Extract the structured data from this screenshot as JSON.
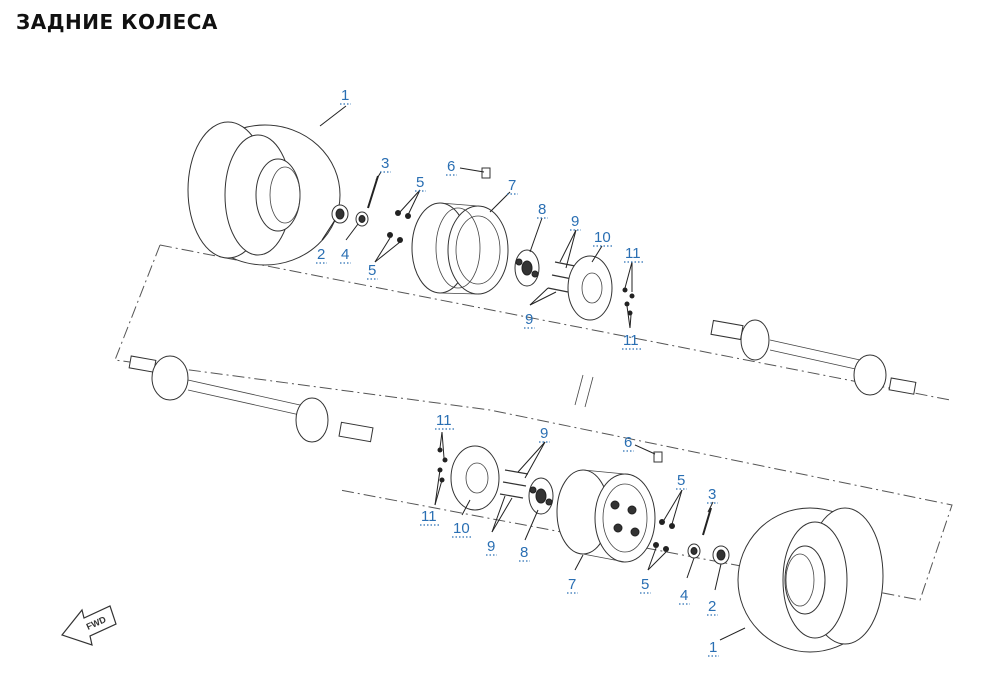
{
  "title": "ЗАДНИЕ КОЛЕСА",
  "callouts": [
    "1",
    "2",
    "3",
    "4",
    "5",
    "6",
    "7",
    "8",
    "9",
    "10",
    "11"
  ],
  "fwd_label": "FWD",
  "colors": {
    "callout": "#2a6fb3",
    "line": "#333333"
  }
}
